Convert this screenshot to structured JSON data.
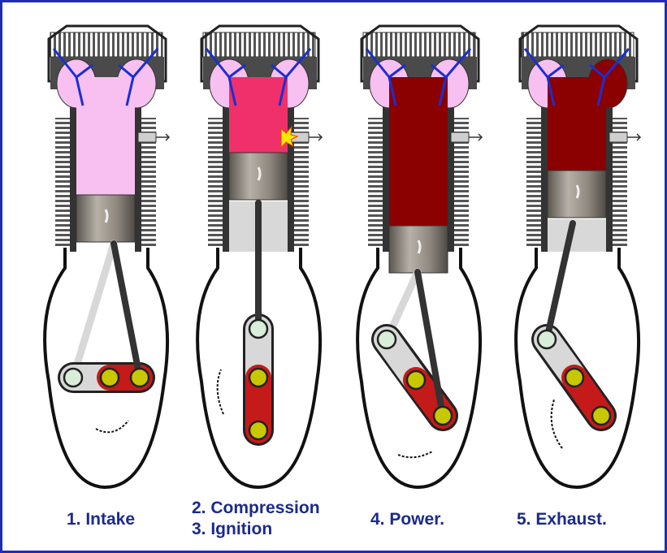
{
  "stages": [
    {
      "id": "intake",
      "labels": [
        "1. Intake"
      ]
    },
    {
      "id": "compression-ignition",
      "labels": [
        "2. Compression",
        "3. Ignition"
      ]
    },
    {
      "id": "power",
      "labels": [
        "4. Power."
      ]
    },
    {
      "id": "exhaust",
      "labels": [
        "5. Exhaust."
      ]
    }
  ],
  "colors": {
    "border": "#1f2db6",
    "caption": "#1b2a8c",
    "fuel_mix": "#f7c0f0",
    "compressed_mix": "#f0306a",
    "burnt_gas": "#8b0000",
    "valve": "#1a2fd1",
    "engine_head": "#4a4a4a",
    "piston": "#9a948c",
    "crank_arm": "#c41a1a",
    "crank_pin": "#c8c800",
    "ghost": "#d8d8d8"
  }
}
